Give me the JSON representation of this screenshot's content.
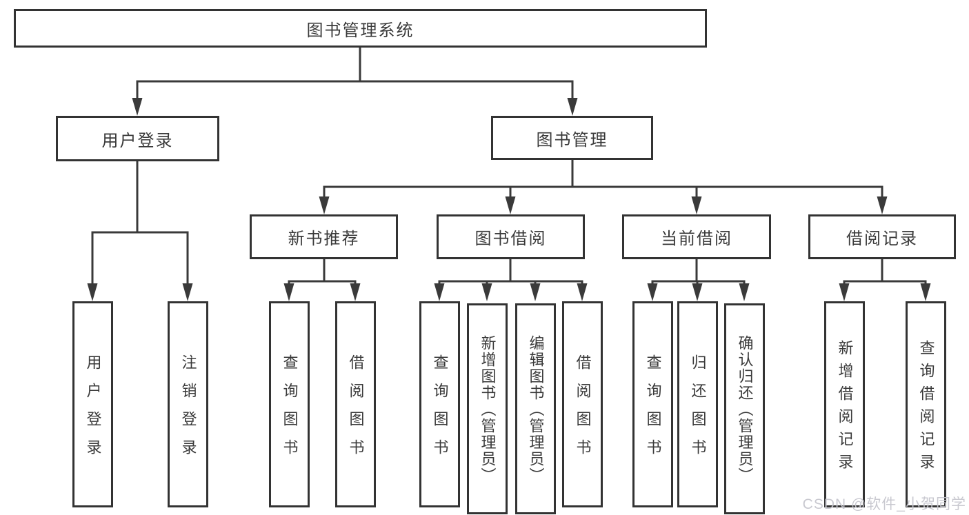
{
  "diagram": {
    "title": "图书管理系统",
    "level2": [
      {
        "label": "用户登录"
      },
      {
        "label": "图书管理"
      }
    ],
    "level3": [
      {
        "label": "新书推荐"
      },
      {
        "label": "图书借阅"
      },
      {
        "label": "当前借阅"
      },
      {
        "label": "借阅记录"
      }
    ],
    "leaves": {
      "user_login": [
        "用户登录",
        "注销登录"
      ],
      "new_book": [
        "查询图书",
        "借阅图书"
      ],
      "book_borrow": [
        "查询图书",
        "新增图书（管理员）",
        "编辑图书（管理员）",
        "借阅图书"
      ],
      "current_borrow": [
        "查询图书",
        "归还图书",
        "确认归还（管理员）"
      ],
      "borrow_record": [
        "新增借阅记录",
        "查询借阅记录"
      ]
    }
  },
  "watermark": "CSDN @软件_小贺同学",
  "colors": {
    "box_border": "#333333",
    "line": "#3a3a3a",
    "text": "#3a3a3a",
    "watermark": "#c6c6cd",
    "background": "#ffffff"
  }
}
